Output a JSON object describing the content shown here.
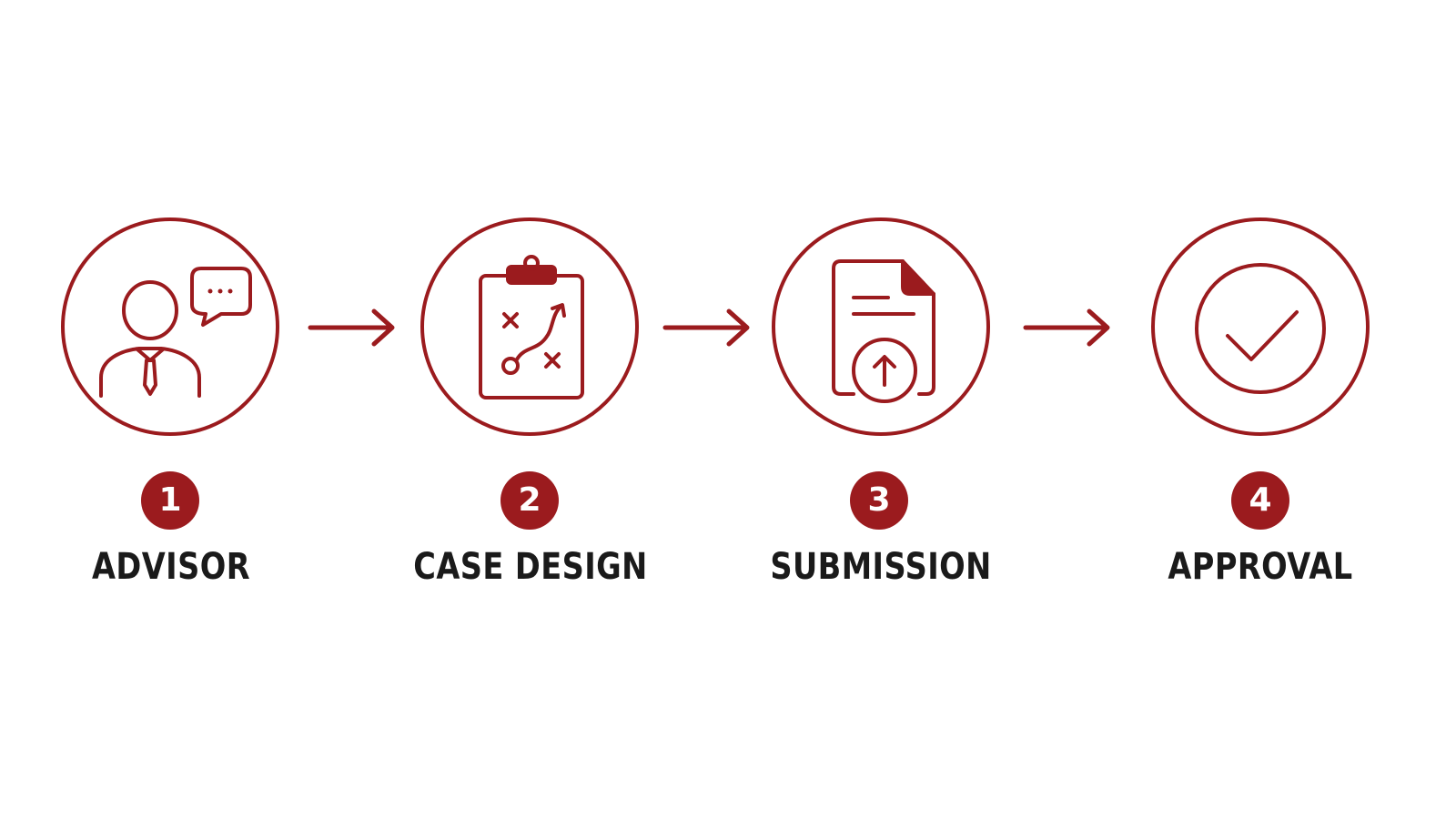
{
  "colors": {
    "accent": "#9b1b1e",
    "label": "#1a1a1a",
    "background": "#ffffff"
  },
  "steps": [
    {
      "number": "1",
      "label": "ADVISOR",
      "icon": "advisor-person-speech-icon"
    },
    {
      "number": "2",
      "label": "CASE DESIGN",
      "icon": "clipboard-strategy-icon"
    },
    {
      "number": "3",
      "label": "SUBMISSION",
      "icon": "document-upload-icon"
    },
    {
      "number": "4",
      "label": "APPROVAL",
      "icon": "checkmark-circle-icon"
    }
  ],
  "connectors": [
    "arrow-right-icon",
    "arrow-right-icon",
    "arrow-right-icon"
  ]
}
